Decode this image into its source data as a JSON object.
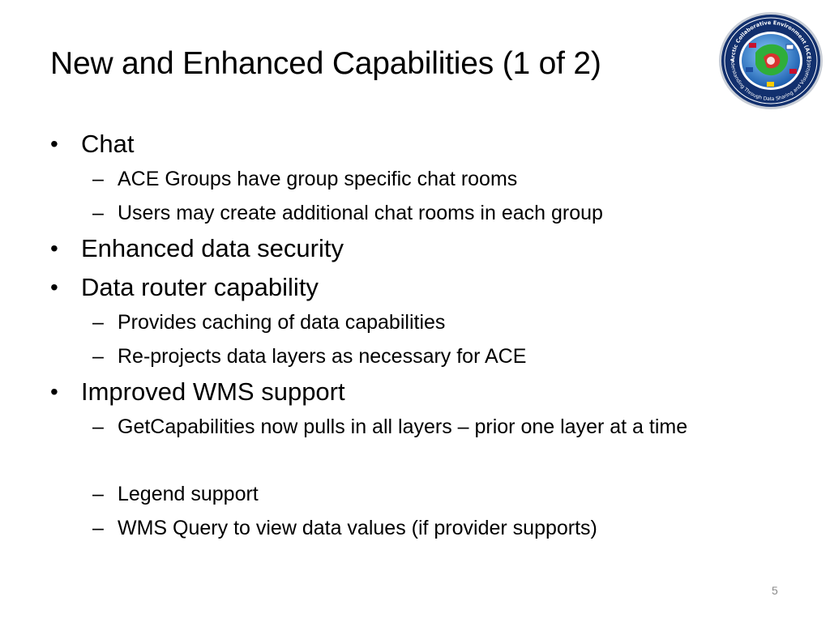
{
  "slide": {
    "title": "New and Enhanced Capabilities (1 of 2)",
    "page_number": "5",
    "logo": {
      "icon": "ace-logo-icon",
      "text_top": "Arctic Collaborative Environment (ACE)",
      "text_bottom": "Understanding Through Data Sharing and Visualization"
    },
    "bullets": [
      {
        "text": "Chat",
        "sub": [
          "ACE Groups have group specific chat rooms",
          "Users may create additional chat rooms in each group"
        ]
      },
      {
        "text": "Enhanced data security",
        "sub": []
      },
      {
        "text": "Data router capability",
        "sub": [
          "Provides caching of data capabilities",
          "Re-projects data layers as necessary for ACE"
        ]
      },
      {
        "text": "Improved WMS support",
        "sub": [
          "GetCapabilities now pulls in all layers – prior one layer at a time",
          "Legend support",
          "WMS Query to view data values (if provider supports)"
        ]
      }
    ]
  }
}
